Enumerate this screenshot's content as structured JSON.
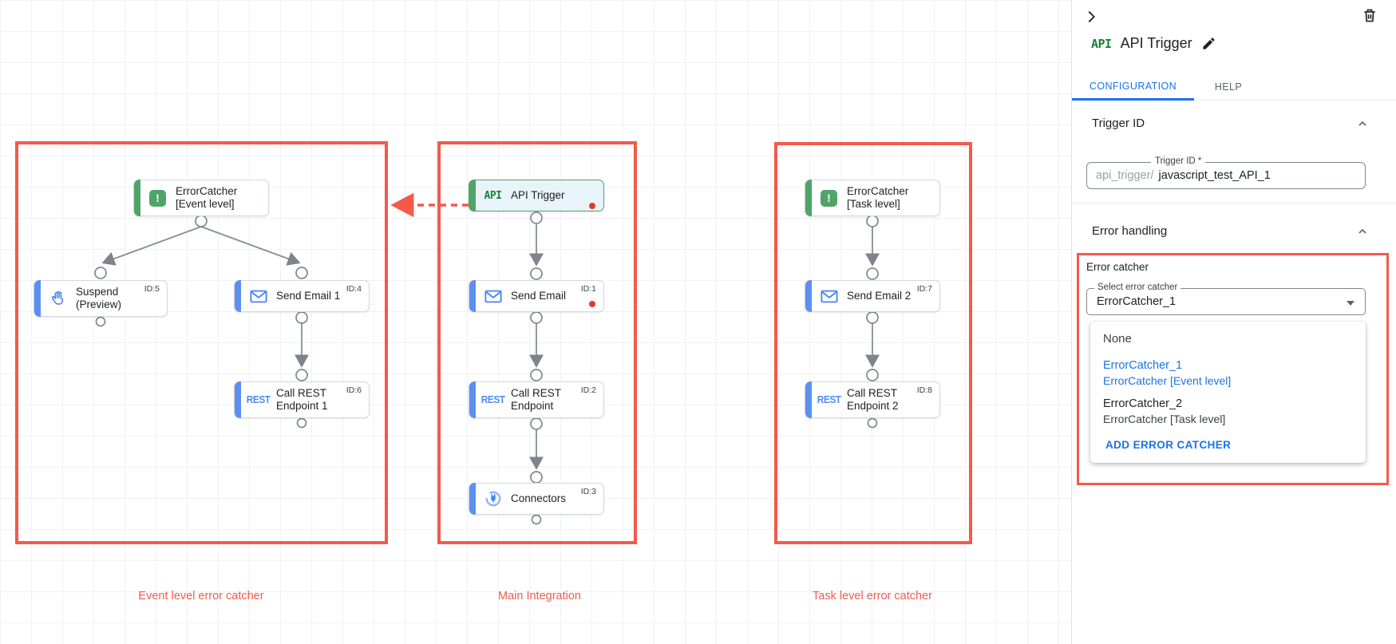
{
  "colors": {
    "annotation_red": "#f4594c",
    "alert_dot_red": "#e5382b",
    "node_green": "#4ea469",
    "node_bar_blue": "#5b8ff2",
    "icon_blue": "#4285f4",
    "link_blue": "#1a73e8",
    "api_logo_green": "#188038"
  },
  "icons": {
    "errorcatcher_glyph": "!",
    "api_glyph": "API",
    "rest_glyph": "REST"
  },
  "canvas": {
    "groups": [
      {
        "caption": "Event level error catcher",
        "nodes": [
          {
            "type": "error-catcher",
            "label": "ErrorCatcher\n[Event level]",
            "id_label": ""
          },
          {
            "type": "suspend",
            "label": "Suspend\n(Preview)",
            "id_label": "ID:5"
          },
          {
            "type": "email",
            "label": "Send Email 1",
            "id_label": "ID:4"
          },
          {
            "type": "rest",
            "label": "Call REST\nEndpoint 1",
            "id_label": "ID:6"
          }
        ]
      },
      {
        "caption": "Main Integration",
        "nodes": [
          {
            "type": "api-trigger",
            "label": "API Trigger",
            "id_label": "",
            "alert": true
          },
          {
            "type": "email",
            "label": "Send Email",
            "id_label": "ID:1",
            "alert": true
          },
          {
            "type": "rest",
            "label": "Call REST\nEndpoint",
            "id_label": "ID:2"
          },
          {
            "type": "connectors",
            "label": "Connectors",
            "id_label": "ID:3"
          }
        ]
      },
      {
        "caption": "Task level error catcher",
        "nodes": [
          {
            "type": "error-catcher",
            "label": "ErrorCatcher\n[Task level]",
            "id_label": ""
          },
          {
            "type": "email",
            "label": "Send Email 2",
            "id_label": "ID:7"
          },
          {
            "type": "rest",
            "label": "Call REST\nEndpoint 2",
            "id_label": "ID:8"
          }
        ]
      }
    ]
  },
  "panel": {
    "title": "API Trigger",
    "tabs": {
      "configuration": "CONFIGURATION",
      "help": "HELP"
    },
    "trigger_id": {
      "heading": "Trigger ID",
      "field_label": "Trigger ID *",
      "prefix": "api_trigger/",
      "value": "javascript_test_API_1"
    },
    "error_handling": {
      "heading": "Error handling",
      "label": "Error catcher",
      "select_label": "Select error catcher",
      "selected": "ErrorCatcher_1",
      "menu": {
        "none": "None",
        "options": [
          {
            "name": "ErrorCatcher_1",
            "node": "ErrorCatcher [Event level]"
          },
          {
            "name": "ErrorCatcher_2",
            "node": "ErrorCatcher [Task level]"
          }
        ],
        "add_label": "ADD ERROR CATCHER"
      }
    }
  }
}
